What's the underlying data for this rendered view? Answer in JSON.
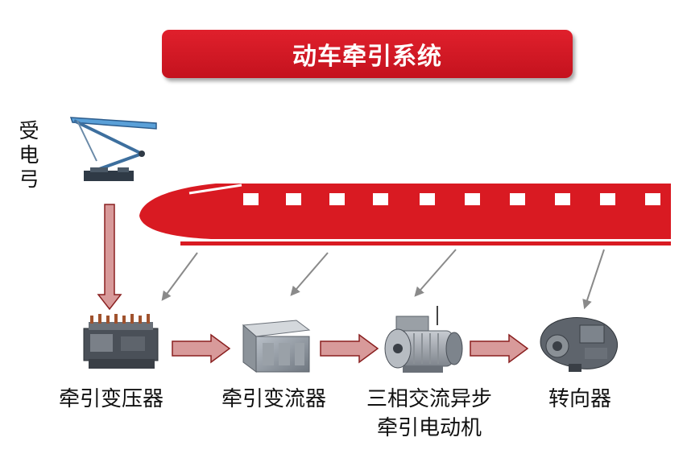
{
  "title": "动车牵引系统",
  "pantograph": {
    "label": "受电弓"
  },
  "components": [
    {
      "id": "transformer",
      "label": "牵引变压器"
    },
    {
      "id": "converter",
      "label": "牵引变流器"
    },
    {
      "id": "motor",
      "label_line1": "三相交流异步",
      "label_line2": "牵引电动机"
    },
    {
      "id": "bogie",
      "label": "转向器"
    }
  ],
  "colors": {
    "brand_red": "#d91a22",
    "flow_arrow_fill": "#d89a9a",
    "flow_arrow_stroke": "#8a2020",
    "pointer_arrow": "#8a8a8a"
  }
}
